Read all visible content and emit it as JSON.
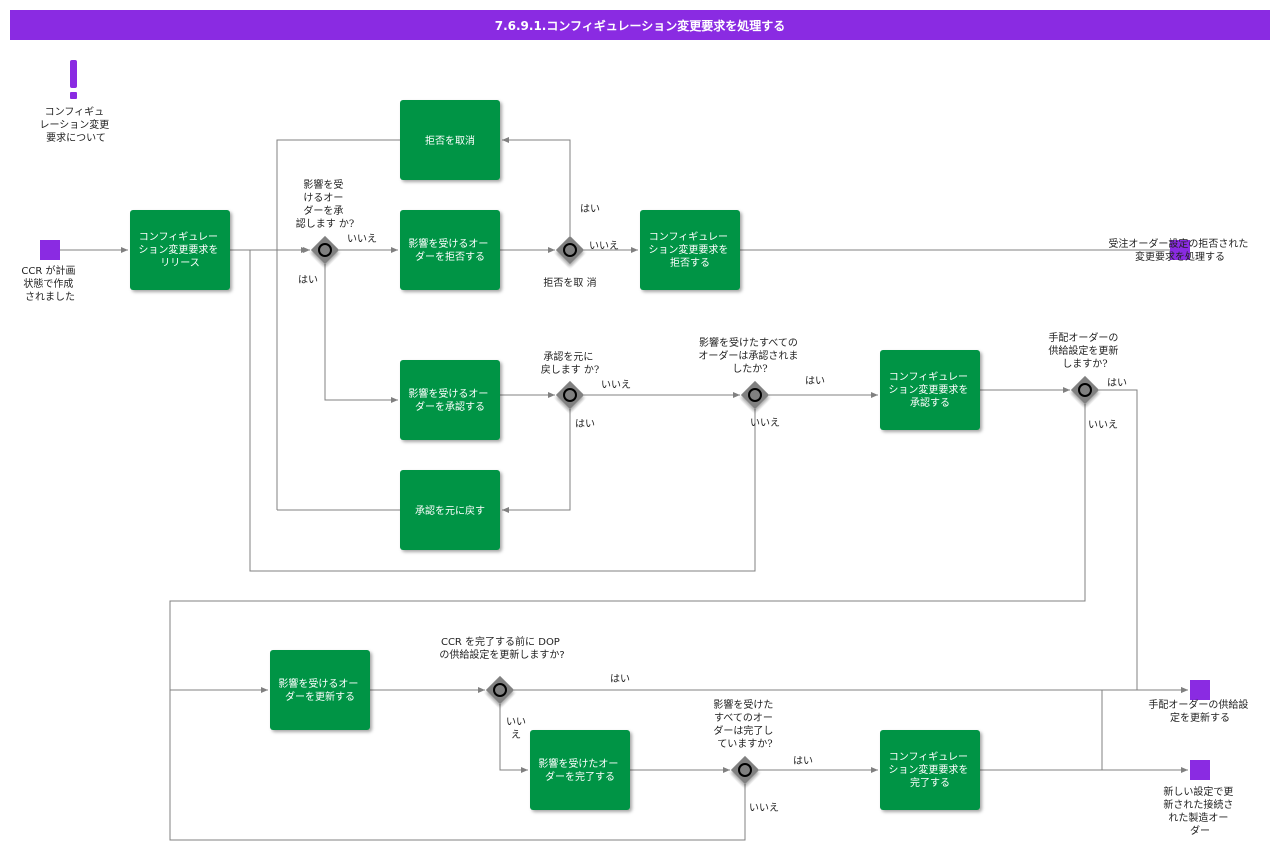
{
  "title": "7.6.9.1.コンフィギュレーション変更要求を処理する",
  "colors": {
    "header": "#8a2be2",
    "task": "#009444",
    "event": "#8a2be2",
    "gateway": "#808080",
    "line": "#808080"
  },
  "annotation": {
    "icon": "exclamation-icon",
    "lines": [
      "コンフィギュ",
      "レーション変更",
      "要求について"
    ]
  },
  "events": {
    "start": [
      "CCR が計画",
      "状態で作成",
      "されました"
    ],
    "end_reject": [
      "受注オーダー設定の拒否された",
      "変更要求を処理する"
    ],
    "end_dop": [
      "手配オーダーの供給設",
      "定を更新する"
    ],
    "end_new": [
      "新しい設定で更",
      "新された接続さ",
      "れた製造オー",
      "ダー"
    ]
  },
  "tasks": {
    "release": [
      "コンフィギュレー",
      "ション変更要求を",
      "リリース"
    ],
    "cancel_reject": [
      "拒否を取消"
    ],
    "reject_orders": [
      "影響を受けるオー",
      "ダーを拒否する"
    ],
    "reject_ccr": [
      "コンフィギュレー",
      "ション変更要求を",
      "拒否する"
    ],
    "approve_orders": [
      "影響を受けるオー",
      "ダーを承認する"
    ],
    "revert_approve": [
      "承認を元に戻す"
    ],
    "approve_ccr": [
      "コンフィギュレー",
      "ション変更要求を",
      "承認する"
    ],
    "update_orders": [
      "影響を受けるオー",
      "ダーを更新する"
    ],
    "complete_orders": [
      "影響を受けたオー",
      "ダーを完了する"
    ],
    "complete_ccr": [
      "コンフィギュレー",
      "ション変更要求を",
      "完了する"
    ]
  },
  "gateways": {
    "g1": [
      "影響を受",
      "けるオー",
      "ダーを承",
      "認します か?"
    ],
    "g2": [
      "拒否を取 消"
    ],
    "g3": [
      "承認を元に",
      "戻します か?"
    ],
    "g4": [
      "影響を受けたすべての",
      "オーダーは承認されま",
      "したか?"
    ],
    "g5": [
      "手配オーダーの",
      "供給設定を更新",
      "しますか?"
    ],
    "g6": [
      "CCR を完了する前に DOP",
      "の供給設定を更新しますか?"
    ],
    "g7": [
      "影響を受けた",
      "すべてのオー",
      "ダーは完了し",
      "ていますか?"
    ]
  },
  "edge_labels": {
    "yes": "はい",
    "no": "いいえ",
    "no_wrap": [
      "いい",
      "え"
    ]
  }
}
